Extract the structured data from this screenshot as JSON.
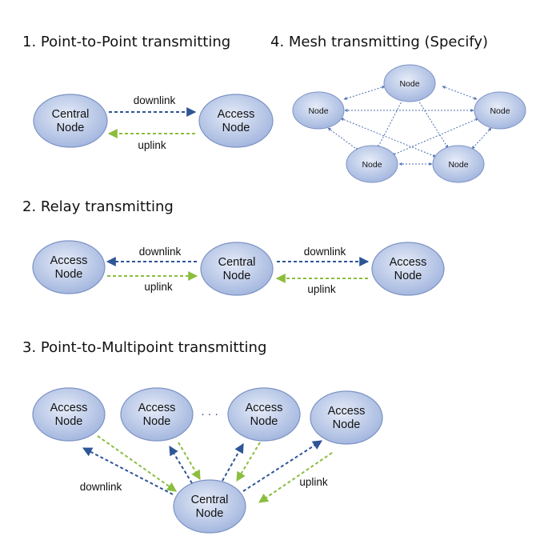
{
  "sections": {
    "point_to_point": {
      "title": "1. Point-to-Point transmitting",
      "central": [
        "Central",
        "Node"
      ],
      "access": [
        "Access",
        "Node"
      ],
      "downlink": "downlink",
      "uplink": "uplink"
    },
    "relay": {
      "title": "2. Relay transmitting",
      "left_access": [
        "Access",
        "Node"
      ],
      "central": [
        "Central",
        "Node"
      ],
      "right_access": [
        "Access",
        "Node"
      ],
      "downlink_left": "downlink",
      "uplink_left": "uplink",
      "downlink_right": "downlink",
      "uplink_right": "uplink"
    },
    "point_to_multipoint": {
      "title": "3. Point-to-Multipoint transmitting",
      "access_nodes": [
        [
          "Access",
          "Node"
        ],
        [
          "Access",
          "Node"
        ],
        [
          "Access",
          "Node"
        ],
        [
          "Access",
          "Node"
        ]
      ],
      "ellipsis": "· · ·",
      "central": [
        "Central",
        "Node"
      ],
      "downlink": "downlink",
      "uplink": "uplink"
    },
    "mesh": {
      "title": "4. Mesh transmitting (Specify)",
      "node_label": "Node"
    }
  },
  "colors": {
    "node_fill_light": "#dfe6f5",
    "node_fill_dark": "#9fb3dd",
    "node_stroke": "#7d93c4",
    "downlink": "#2e5597",
    "uplink": "#8cbd3f",
    "mesh_line": "#4a6fb0"
  }
}
